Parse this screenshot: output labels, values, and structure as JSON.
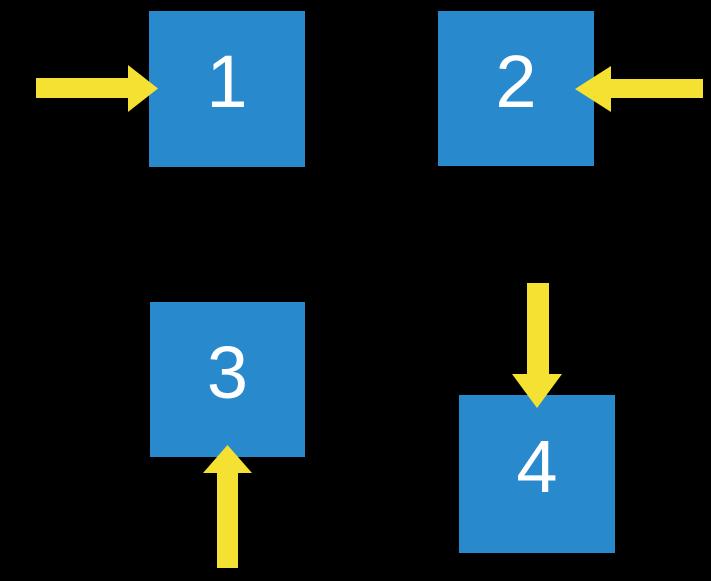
{
  "canvas": {
    "background_color": "#000000"
  },
  "colors": {
    "square_fill": "#2889CD",
    "arrow_fill": "#F5E132",
    "label_text": "#FFFFFF"
  },
  "squares": [
    {
      "label": "1",
      "position": "top-left",
      "arrow": "arrow-right-icon",
      "arrow_points": "right into left side of square"
    },
    {
      "label": "2",
      "position": "top-right",
      "arrow": "arrow-left-icon",
      "arrow_points": "left into right side of square"
    },
    {
      "label": "3",
      "position": "bottom-left",
      "arrow": "arrow-up-icon",
      "arrow_points": "up into bottom side of square"
    },
    {
      "label": "4",
      "position": "bottom-right",
      "arrow": "arrow-down-icon",
      "arrow_points": "down into top side of square"
    }
  ]
}
